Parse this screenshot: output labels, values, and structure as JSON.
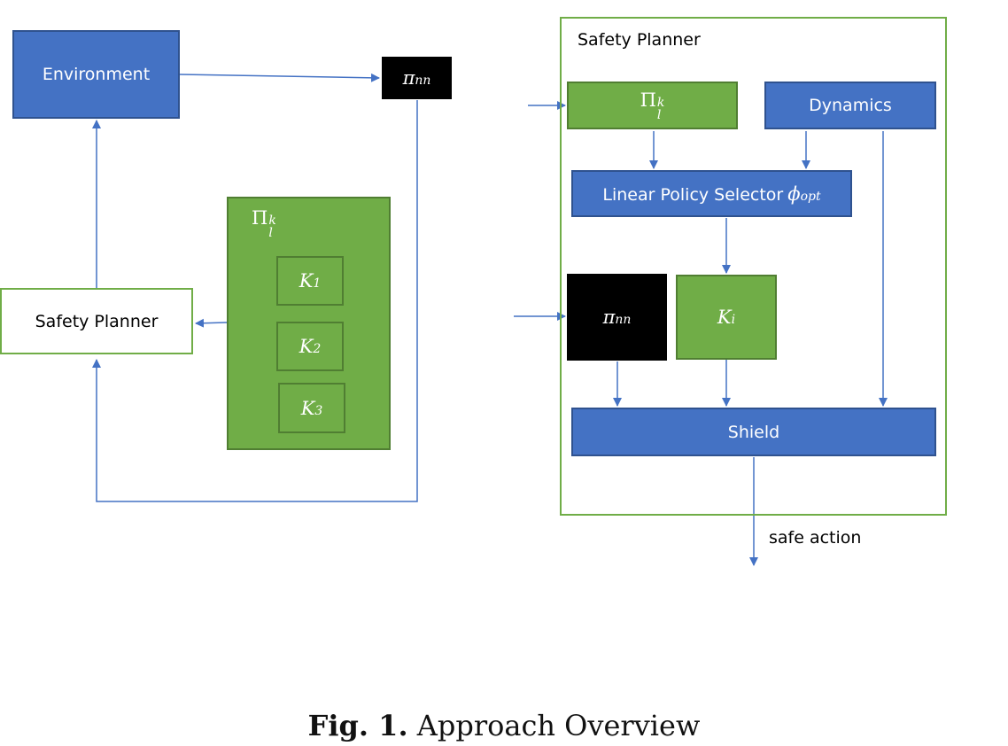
{
  "left": {
    "environment": "Environment",
    "pi_nn": {
      "base": "π",
      "sub": "nn"
    },
    "safety_planner": "Safety Planner",
    "policy_set": {
      "base": "Π",
      "sub": "l",
      "sup": "k"
    },
    "gains": [
      {
        "base": "K",
        "sub": "1"
      },
      {
        "base": "K",
        "sub": "2"
      },
      {
        "base": "K",
        "sub": "3"
      }
    ]
  },
  "right": {
    "container_title": "Safety Planner",
    "policy_set": {
      "base": "Π",
      "sub": "l",
      "sup": "k"
    },
    "dynamics": "Dynamics",
    "selector": {
      "text": "Linear Policy Selector ",
      "base": "ϕ",
      "sub": "opt"
    },
    "pi_nn": {
      "base": "π",
      "sub": "nn"
    },
    "gain": {
      "base": "K",
      "sub": "i"
    },
    "shield": "Shield",
    "output_label": "safe action"
  },
  "caption": {
    "prefix": "Fig. 1.",
    "text": "Approach Overview"
  },
  "colors": {
    "blue": "#4472c4",
    "green": "#70ad47",
    "black": "#000000",
    "arrow": "#4472c4"
  }
}
